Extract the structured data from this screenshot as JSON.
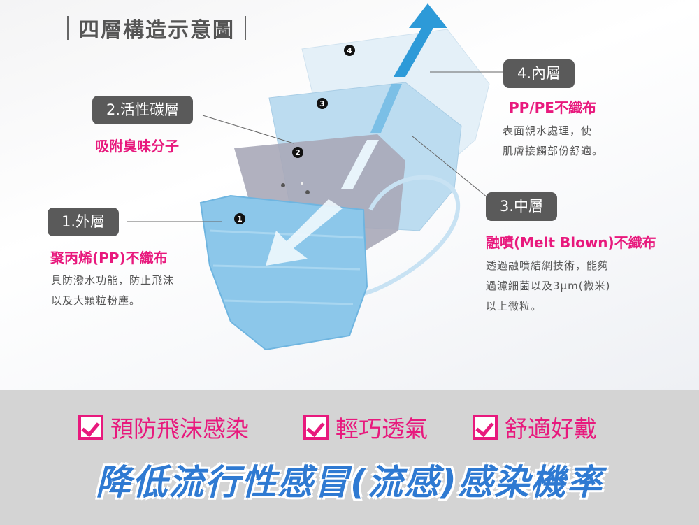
{
  "title": "四層構造示意圖",
  "layers": [
    {
      "tag": "1.外層",
      "material": "聚丙烯(PP)不織布",
      "desc": [
        "具防潑水功能，防止飛沫",
        "以及大顆粒粉塵。"
      ],
      "num": "1"
    },
    {
      "tag": "2.活性碳層",
      "material": "吸附臭味分子",
      "desc": [],
      "num": "2"
    },
    {
      "tag": "3.中層",
      "material": "融噴(Melt Blown)不織布",
      "desc": [
        "透過融噴結網技術，能夠",
        "過濾細菌以及3μm(微米)",
        "以上微粒。"
      ],
      "num": "3"
    },
    {
      "tag": "4.內層",
      "material": "PP/PE不織布",
      "desc": [
        "表面親水處理，使",
        "肌膚接觸部份舒適。"
      ],
      "num": "4"
    }
  ],
  "features": [
    "預防飛沫感染",
    "輕巧透氣",
    "舒適好戴"
  ],
  "slogan": "降低流行性感冒(流感)感染機率",
  "colors": {
    "pink": "#e8197d",
    "blue": "#2f7ad2",
    "tag": "#5a5a5a"
  }
}
